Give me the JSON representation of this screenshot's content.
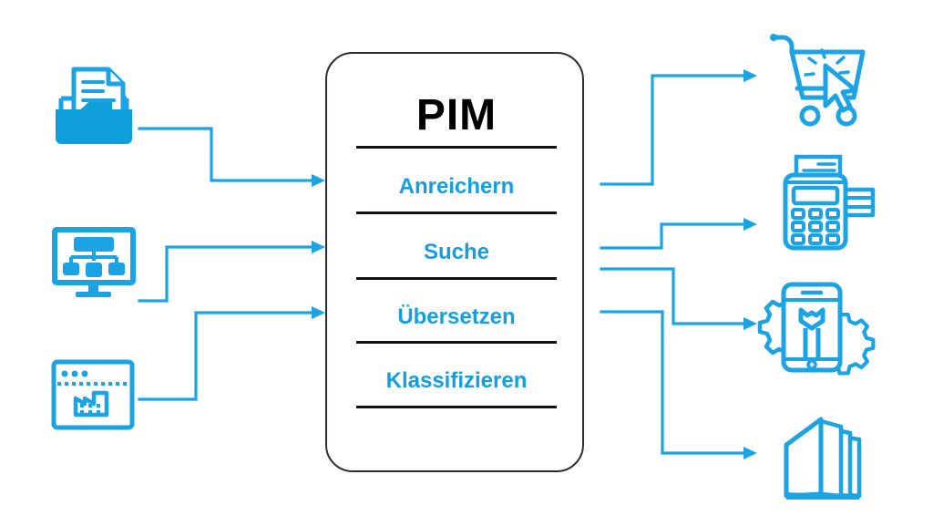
{
  "diagram": {
    "title": "PIM Product Information Management Flow",
    "accent_color": "#1CA3E3",
    "title_color": "#000000",
    "rule_color": "#111118",
    "border_color": "#2B2B33",
    "background": "#FFFFFF"
  },
  "center_card": {
    "title": "PIM",
    "capabilities": [
      {
        "label": "Anreichern"
      },
      {
        "label": "Suche"
      },
      {
        "label": "Übersetzen"
      },
      {
        "label": "Klassifizieren"
      }
    ]
  },
  "inputs": [
    {
      "icon": "document-folder-icon",
      "label": ""
    },
    {
      "icon": "monitor-hierarchy-icon",
      "label": ""
    },
    {
      "icon": "browser-factory-icon",
      "label": ""
    }
  ],
  "outputs": [
    {
      "icon": "shopping-cart-click-icon",
      "label": ""
    },
    {
      "icon": "card-payment-terminal-icon",
      "label": ""
    },
    {
      "icon": "mobile-service-gears-icon",
      "label": ""
    },
    {
      "icon": "catalog-book-icon",
      "label": ""
    }
  ],
  "connectors": {
    "input_count": 3,
    "output_count": 4,
    "arrow_direction": "right"
  }
}
